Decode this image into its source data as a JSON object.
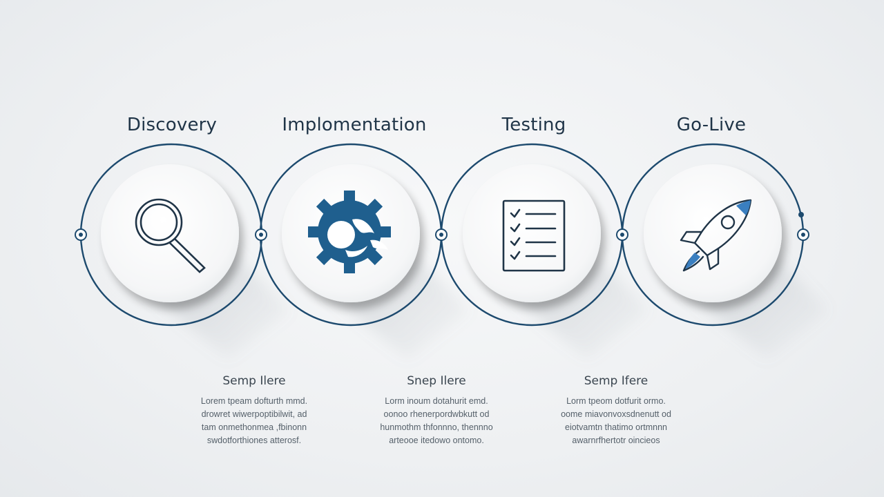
{
  "stages": [
    {
      "title": "Discovery",
      "icon": "magnifier-icon"
    },
    {
      "title": "Implomentation",
      "icon": "gear-icon"
    },
    {
      "title": "Testing",
      "icon": "checklist-icon"
    },
    {
      "title": "Go-Live",
      "icon": "rocket-icon"
    }
  ],
  "steps": [
    {
      "title": "Semp Ilere",
      "lines": [
        "Lorem tpeam dofturth mmd.",
        "drowret wiwerpoptibilwit, ad",
        "tam onmethonmea ,fbinonn",
        "swdotforthiones atterosf."
      ]
    },
    {
      "title": "Snep Ilere",
      "lines": [
        "Lorm inoum dotahurit emd.",
        "oonoo rhenerpordwbkutt od",
        "hunmothm thfonnno, thennno",
        "arteooe itedowo ontomo."
      ]
    },
    {
      "title": "Semp Ifere",
      "lines": [
        "Lorm tpeom dotfurit ormo.",
        "oome miavonvoxsdnenutt od",
        "eiotvamtn thatimo ortmnnn",
        "awarnrfhertotr oincieos"
      ]
    }
  ],
  "colors": {
    "line": "#1d4a6e",
    "icon_fill": "#1f5f8e",
    "text_dark": "#1f3447",
    "text_gray": "#55606a"
  }
}
